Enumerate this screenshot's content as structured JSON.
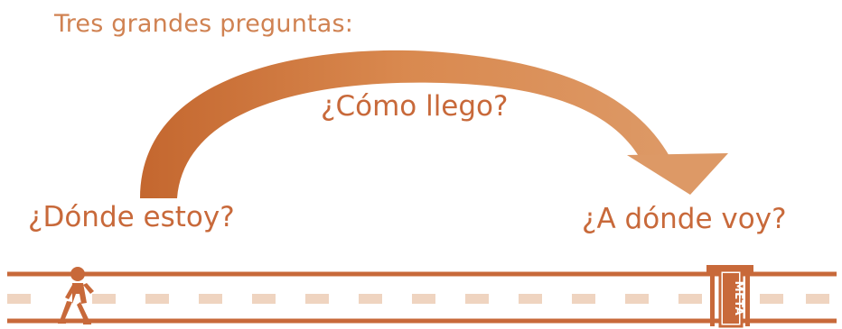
{
  "title": "Tres grandes preguntas:",
  "questions": {
    "how": "¿Cómo llego?",
    "where_am_i": "¿Dónde estoy?",
    "where_going": "¿A dónde voy?"
  },
  "finish_sign": "META",
  "colors": {
    "accent": "#c8693a",
    "arrow_light": "#dd9462",
    "arrow_dark": "#c2652f",
    "road_dash": "#efd4c0",
    "title": "#d08252"
  },
  "icons": {
    "walker": "person-walking-icon",
    "finish": "finish-gate-icon"
  }
}
